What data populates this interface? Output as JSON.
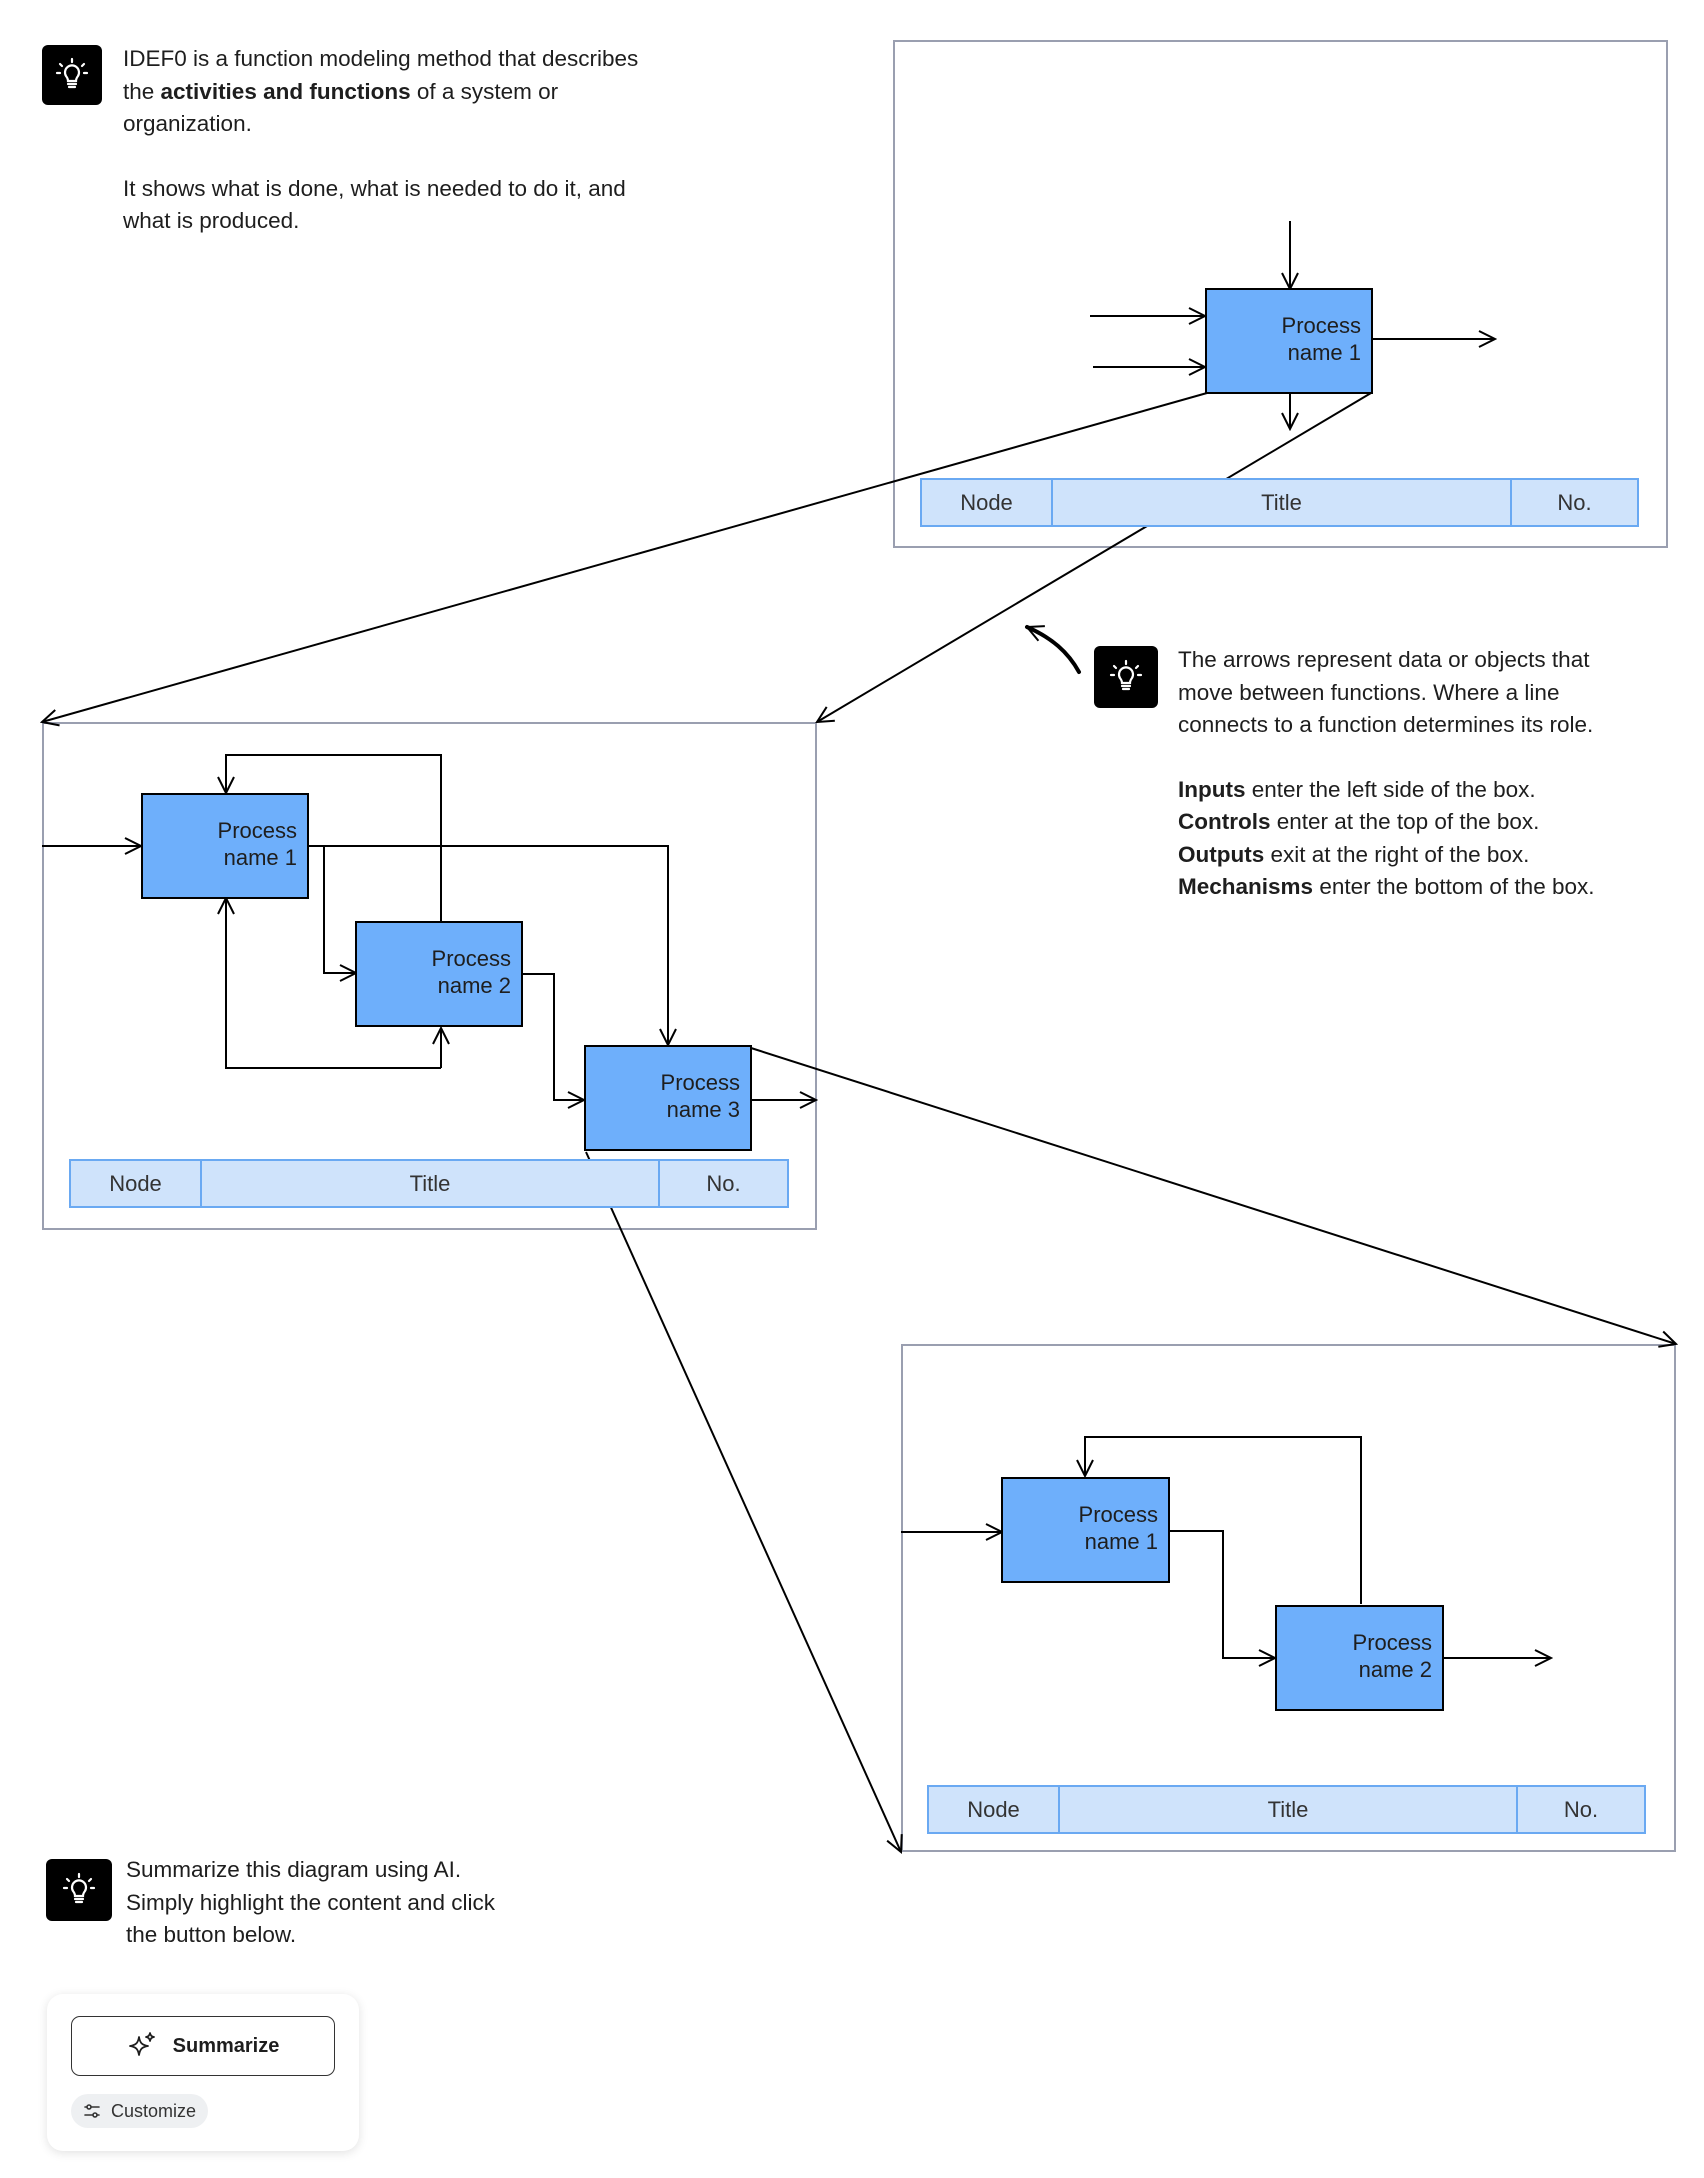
{
  "notes": {
    "intro": {
      "line1": "IDEF0 is a function modeling method that describes",
      "line2_pre": "the ",
      "line2_bold": "activities and functions",
      "line2_post": " of a system or",
      "line3": "organization.",
      "line4": "It shows what is done, what is needed to do it, and",
      "line5": "what is produced."
    },
    "arrows": {
      "line1": "The arrows represent data or objects that",
      "line2": "move between functions. Where a line",
      "line3": "connects to a function determines its role.",
      "roles": [
        {
          "term": "Inputs",
          "text": " enter the left side of the box."
        },
        {
          "term": "Controls",
          "text": " enter at the top of the box."
        },
        {
          "term": "Outputs",
          "text": " exit at the right of the box."
        },
        {
          "term": "Mechanisms",
          "text": " enter the bottom of the box."
        }
      ]
    },
    "summarize": {
      "line1": "Summarize this diagram using AI.",
      "line2": "Simply highlight the content and click",
      "line3": "the button below."
    }
  },
  "diagrams": {
    "top": {
      "boxes": [
        {
          "line1": "Process",
          "line2": "name 1"
        }
      ],
      "title_block": {
        "node": "Node",
        "title": "Title",
        "no": "No."
      }
    },
    "middle": {
      "boxes": [
        {
          "line1": "Process",
          "line2": "name 1"
        },
        {
          "line1": "Process",
          "line2": "name 2"
        },
        {
          "line1": "Process",
          "line2": "name 3"
        }
      ],
      "title_block": {
        "node": "Node",
        "title": "Title",
        "no": "No."
      }
    },
    "bottom": {
      "boxes": [
        {
          "line1": "Process",
          "line2": "name 1"
        },
        {
          "line1": "Process",
          "line2": "name 2"
        }
      ],
      "title_block": {
        "node": "Node",
        "title": "Title",
        "no": "No."
      }
    }
  },
  "widget": {
    "summarize_label": "Summarize",
    "customize_label": "Customize"
  },
  "icons": {
    "note": "lightbulb-icon",
    "summarize": "sparkle-icon",
    "customize": "sliders-icon"
  },
  "colors": {
    "process_box": "#6eaffb",
    "title_block_fill": "#cfe3fb",
    "title_block_border": "#6aa9f2",
    "frame_border": "#9a9fb0"
  }
}
